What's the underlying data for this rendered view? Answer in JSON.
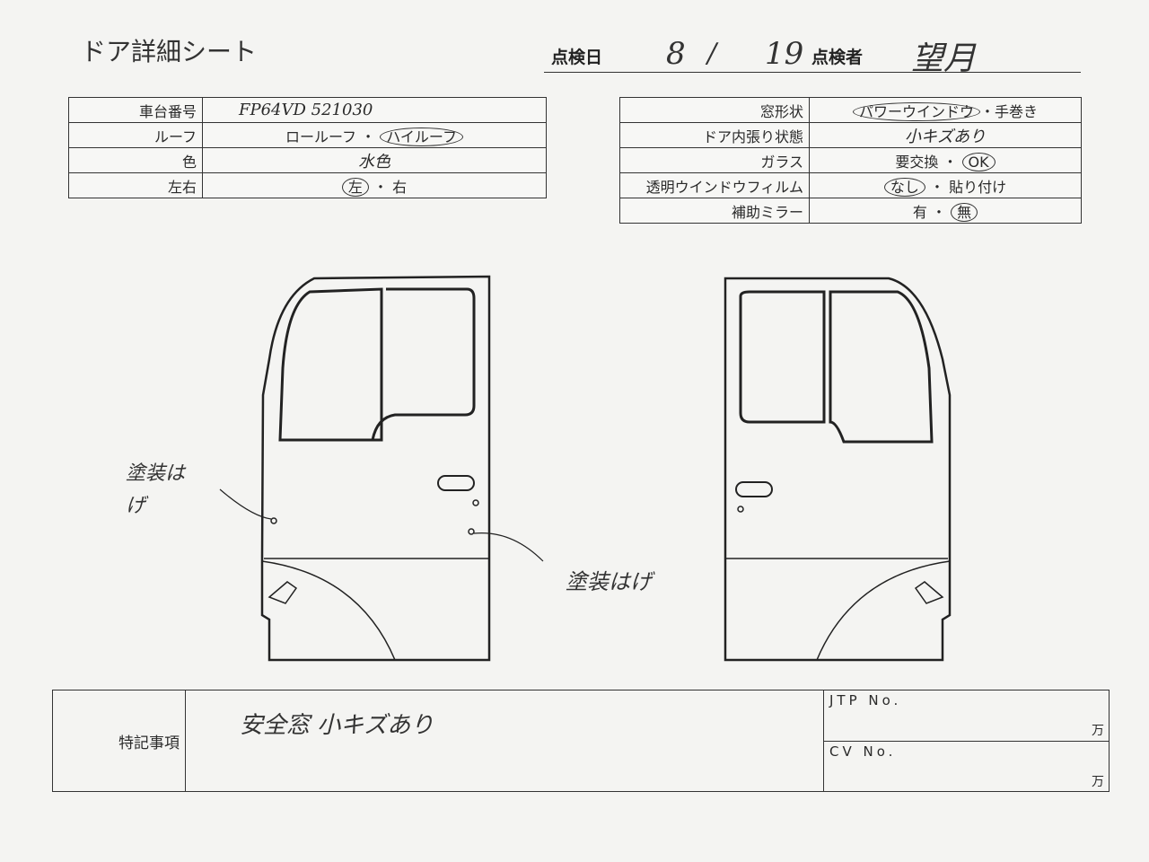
{
  "title": "ドア詳細シート",
  "header": {
    "inspection_date_label": "点検日",
    "month": "8",
    "separator": "/",
    "day": "19",
    "inspector_label": "点検者",
    "inspector": "望月"
  },
  "left_table": [
    {
      "label": "車台番号",
      "value": "FP64VD 521030"
    },
    {
      "label": "ルーフ",
      "options": [
        "ロールーフ",
        "ハイルーフ"
      ],
      "selected": "ハイルーフ"
    },
    {
      "label": "色",
      "value": "水色"
    },
    {
      "label": "左右",
      "options": [
        "左",
        "右"
      ],
      "selected": "左"
    }
  ],
  "right_table": [
    {
      "label": "窓形状",
      "options": [
        "パワーウインドウ",
        "手巻き"
      ],
      "selected": "パワーウインドウ"
    },
    {
      "label": "ドア内張り状態",
      "value": "小キズあり"
    },
    {
      "label": "ガラス",
      "options": [
        "要交換",
        "OK"
      ],
      "selected": "OK"
    },
    {
      "label": "透明ウインドウフィルム",
      "options": [
        "なし",
        "貼り付け"
      ],
      "selected": "なし"
    },
    {
      "label": "補助ミラー",
      "options": [
        "有",
        "無"
      ],
      "selected": "無"
    }
  ],
  "annotations": {
    "left_note": "塗装はげ",
    "right_note": "塗装はげ"
  },
  "remarks": {
    "label": "特記事項",
    "text": "安全窓 小キズあり",
    "jtp_label": "JTP No.",
    "jtp_unit": "万",
    "cv_label": "CV No.",
    "cv_unit": "万"
  }
}
